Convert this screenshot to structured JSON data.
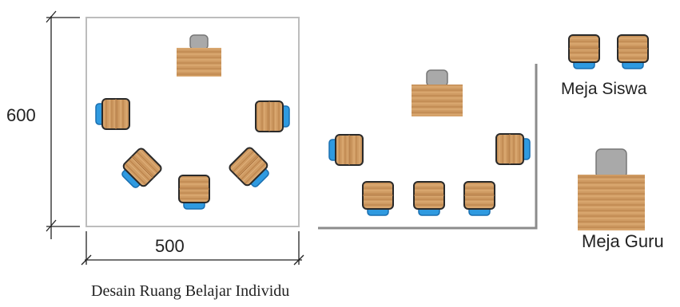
{
  "dimensions": {
    "height_label": "600",
    "width_label": "500"
  },
  "legend": {
    "student_desk": "Meja Siswa",
    "teacher_desk": "Meja Guru"
  },
  "caption": "Desain Ruang Belajar Individu",
  "colors": {
    "wood": "#c9925a",
    "wood_dark": "#a8703c",
    "chair_blue": "#2f9ae0",
    "chair_blue_dark": "#1a6fb0",
    "teacher_chair": "#a9a9a9",
    "wall": "#9a9a9a"
  }
}
